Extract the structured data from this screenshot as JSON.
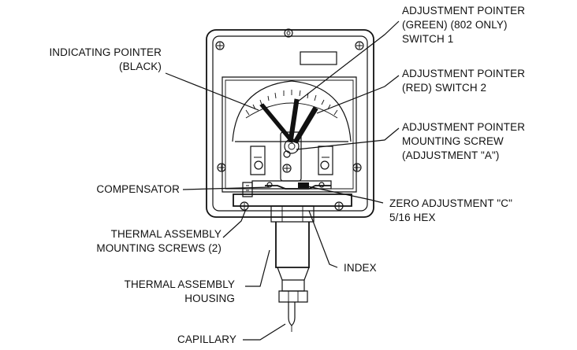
{
  "labels": {
    "indicating_pointer": [
      "INDICATING POINTER",
      "(BLACK)"
    ],
    "adj_pointer_green": [
      "ADJUSTMENT POINTER",
      "(GREEN)  (802 ONLY)",
      "SWITCH 1"
    ],
    "adj_pointer_red": [
      "ADJUSTMENT POINTER",
      "(RED) SWITCH 2"
    ],
    "adj_pointer_screw": [
      "ADJUSTMENT POINTER",
      "MOUNTING SCREW",
      "(ADJUSTMENT \"A\")"
    ],
    "compensator": [
      "COMPENSATOR"
    ],
    "zero_adjustment": [
      "ZERO ADJUSTMENT \"C\"",
      "5/16 HEX"
    ],
    "thermal_mounting_screws": [
      "THERMAL ASSEMBLY",
      "MOUNTING SCREWS (2)"
    ],
    "index": [
      "INDEX"
    ],
    "thermal_housing": [
      "THERMAL ASSEMBLY",
      "HOUSING"
    ],
    "capillary": [
      "CAPILLARY"
    ]
  },
  "colors": {
    "line": "#111111",
    "background": "#ffffff"
  }
}
